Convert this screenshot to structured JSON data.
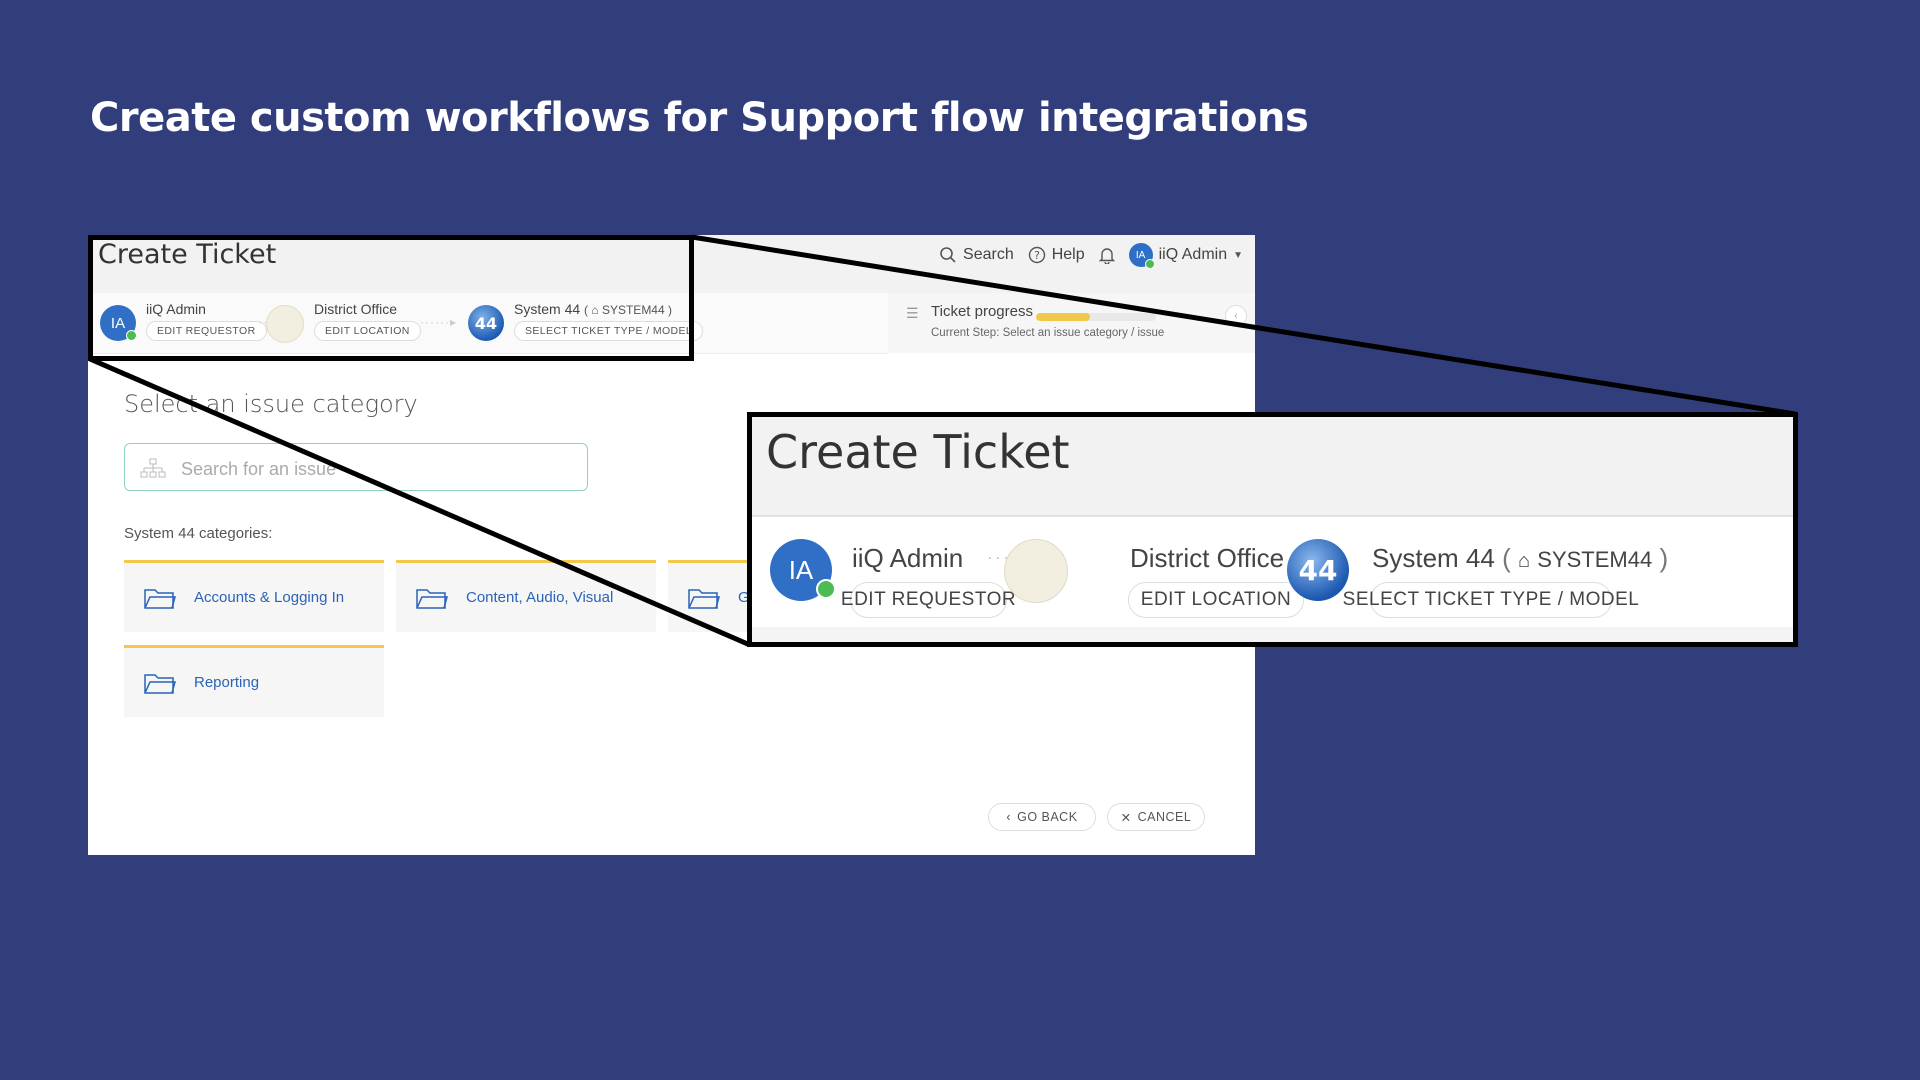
{
  "slide": {
    "title": "Create custom workflows for Support flow integrations"
  },
  "app": {
    "title": "Create Ticket",
    "top_bar": {
      "search_label": "Search",
      "help_label": "Help",
      "user_initials": "IA",
      "user_name": "iiQ Admin"
    },
    "breadcrumb": {
      "requestor": {
        "initials": "IA",
        "name": "iiQ Admin",
        "action": "EDIT REQUESTOR"
      },
      "location": {
        "name": "District Office",
        "action": "EDIT LOCATION"
      },
      "ticket_type": {
        "logo_text": "44",
        "name": "System 44",
        "tag": "SYSTEM44",
        "action": "SELECT TICKET TYPE / MODEL"
      }
    },
    "progress": {
      "label": "Ticket progress",
      "fill_fraction": 0.45,
      "current_step": "Current Step: Select an issue category / issue"
    },
    "issue": {
      "heading": "Select an issue category",
      "search_placeholder": "Search for an issue",
      "categories_heading": "System 44 categories:",
      "categories": [
        "Accounts & Logging In",
        "Content, Audio, Visual",
        "G... T...",
        "Reporting"
      ]
    },
    "buttons": {
      "go_back": "GO BACK",
      "cancel": "CANCEL"
    }
  },
  "zoom": {
    "title": "Create Ticket",
    "requestor": {
      "initials": "IA",
      "name": "iiQ Admin",
      "action": "EDIT REQUESTOR"
    },
    "location": {
      "name": "District Office",
      "action": "EDIT LOCATION"
    },
    "ticket_type": {
      "logo_text": "44",
      "name": "System 44",
      "tag": "SYSTEM44",
      "action": "SELECT TICKET TYPE / MODEL"
    }
  },
  "colors": {
    "background": "#313e7b",
    "accent_yellow": "#f2c84b",
    "link_blue": "#2a63b8",
    "online_green": "#4cbb52"
  }
}
